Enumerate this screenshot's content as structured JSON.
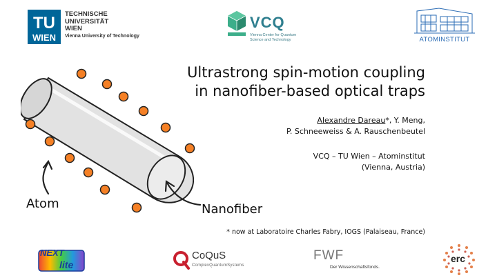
{
  "header": {
    "tu": {
      "lines": [
        "TECHNISCHE",
        "UNIVERSITÄT",
        "WIEN"
      ],
      "subline": "Vienna University of Technology",
      "mark_top": "TU",
      "mark_bottom": "WIEN"
    },
    "vcq": {
      "word": "VCQ",
      "sub": [
        "Vienna Center for Quantum",
        "Science and Technology"
      ]
    },
    "atominstitut": {
      "word": "ATOMINSTITUT"
    }
  },
  "title": [
    "Ultrastrong spin-motion coupling",
    "in nanofiber-based optical traps"
  ],
  "authors": {
    "presenter": "Alexandre Dareau",
    "rest_line1": "*, Y. Meng,",
    "line2": "P. Schneeweiss & A. Rauschenbeutel"
  },
  "affiliation": [
    "VCQ – TU Wien – Atominstitut",
    "(Vienna, Austria)"
  ],
  "footnote": "* now at Laboratoire Charles Fabry, IOGS (Palaiseau, France)",
  "illustration": {
    "atom_label": "Atom",
    "fiber_label": "Nanofiber",
    "colors": {
      "atom_fill": "#f58025",
      "atom_stroke": "#222222",
      "fiber": "#e0e0e0"
    }
  },
  "footer": {
    "next": {
      "word1": "NEXT",
      "word2": "lite"
    },
    "coqus": {
      "word": "CoQuS",
      "sub": "ComplexQuantumSystems"
    },
    "fwf": {
      "word": "FWF",
      "sub": "Der Wissenschaftsfonds."
    },
    "erc": {
      "word": "erc"
    }
  },
  "colors": {
    "tu_blue": "#006699",
    "vcq_teal": "#2f7f8f",
    "atom_blue": "#2a6bb4"
  }
}
